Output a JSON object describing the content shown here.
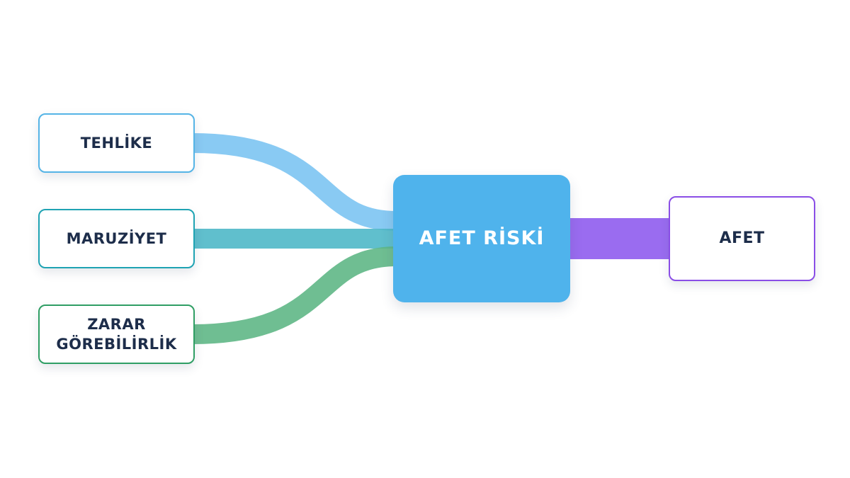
{
  "diagram": {
    "center": {
      "label": "AFET RİSKİ",
      "color": "#4fb3ec"
    },
    "inputs": [
      {
        "label": "TEHLİKE",
        "color": "#55b4e6",
        "connector_color": "#7cc4f2"
      },
      {
        "label": "MARUZİYET",
        "color": "#1fa3b3",
        "connector_color": "#4fb8c8"
      },
      {
        "label": "ZARAR GÖREBİLİRLİK",
        "color": "#2f9e64",
        "connector_color": "#5fb786"
      }
    ],
    "output": {
      "label": "AFET",
      "color": "#8a4ee6",
      "connector_color": "#9a6cf0"
    }
  }
}
